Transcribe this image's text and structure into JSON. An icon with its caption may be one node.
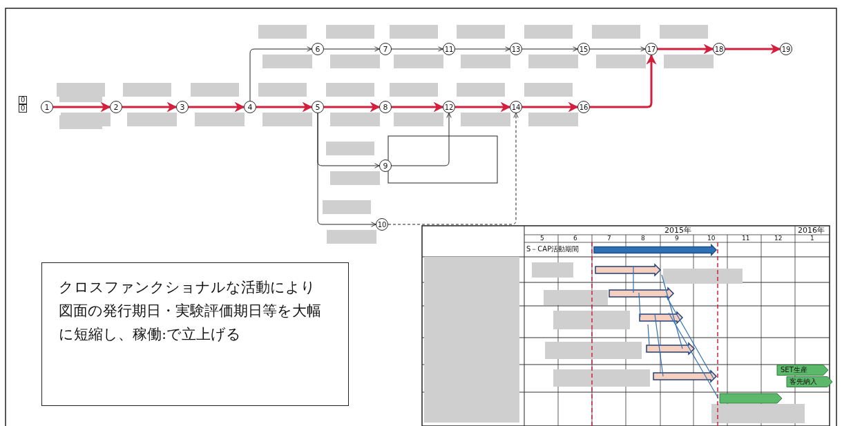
{
  "diagram": {
    "nodes": [
      {
        "text": [
          "1"
        ]
      },
      {
        "text": [
          "2"
        ]
      },
      {
        "text": [
          "3"
        ]
      },
      {
        "text": [
          "4"
        ]
      },
      {
        "text": [
          "5"
        ]
      },
      {
        "text": [
          "6"
        ]
      },
      {
        "text": [
          "7"
        ]
      },
      {
        "text": [
          "8"
        ]
      },
      {
        "text": [
          "9"
        ]
      },
      {
        "text": [
          "10"
        ]
      },
      {
        "text": [
          "11"
        ]
      },
      {
        "text": [
          "12"
        ]
      },
      {
        "text": [
          "13"
        ]
      },
      {
        "text": [
          "14"
        ]
      },
      {
        "text": [
          "15"
        ]
      },
      {
        "text": [
          "16"
        ]
      },
      {
        "text": [
          "17"
        ]
      },
      {
        "text": [
          "18"
        ]
      },
      {
        "text": [
          "19"
        ]
      },
      {
        "text": [
          "クロスファンクショナルな活動により図面の発行期日・実験評価期日等を大幅に短縮し、稼働:で立上げる"
        ]
      }
    ],
    "edges": [
      {
        "from": 0,
        "to": 1,
        "arrow": "to"
      },
      {
        "from": 1,
        "to": 2,
        "arrow": "to"
      },
      {
        "from": 2,
        "to": 3,
        "arrow": "to"
      },
      {
        "from": 3,
        "to": 4,
        "arrow": "to"
      },
      {
        "from": 3,
        "to": 5,
        "arrow": "to",
        "color": "#222222"
      },
      {
        "from": 5,
        "to": 6,
        "arrow": "to",
        "color": "#222222"
      },
      {
        "from": 6,
        "to": 10,
        "arrow": "to",
        "color": "#222222"
      },
      {
        "from": 10,
        "to": 12,
        "arrow": "to",
        "color": "#222222"
      },
      {
        "from": 12,
        "to": 14,
        "arrow": "to",
        "color": "#222222"
      },
      {
        "from": 14,
        "to": 16,
        "arrow": "to",
        "color": "#222222"
      },
      {
        "from": 4,
        "to": 7,
        "arrow": "to"
      },
      {
        "from": 4,
        "to": 8,
        "arrow": "to",
        "color": "#222222"
      },
      {
        "from": 4,
        "to": 9,
        "arrow": "to",
        "color": "#222222"
      },
      {
        "from": 7,
        "to": 11,
        "arrow": "to"
      },
      {
        "from": 8,
        "to": 11,
        "arrow": "to",
        "color": "#222222"
      },
      {
        "from": 11,
        "to": 13,
        "arrow": "to"
      },
      {
        "from": 9,
        "to": 13,
        "arrow": "to",
        "style": "dashed",
        "color": "#222222"
      },
      {
        "from": 13,
        "to": 15,
        "arrow": "to"
      },
      {
        "from": 15,
        "to": 16,
        "arrow": "to"
      },
      {
        "from": 16,
        "to": 17,
        "arrow": "to"
      },
      {
        "from": 17,
        "to": 18,
        "arrow": "to"
      }
    ],
    "labels": [
      "0",
      "0",
      "2015年",
      "2016年",
      "5",
      "6",
      "7",
      "8",
      "9",
      "10",
      "11",
      "12",
      "1",
      "S－CAP活動期間",
      "SET生産",
      "客先納入"
    ]
  }
}
